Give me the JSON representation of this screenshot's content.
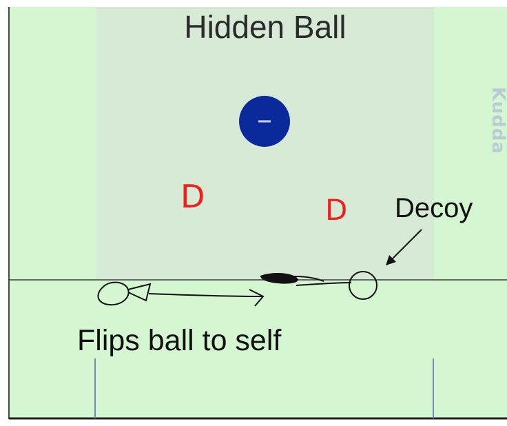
{
  "title": "Hidden Ball",
  "labels": {
    "decoy": "Decoy",
    "action": "Flips ball to self"
  },
  "players": {
    "goalie_symbol": "–",
    "defender_1": "D",
    "defender_2": "D"
  },
  "watermark": "Kudda",
  "colors": {
    "field": "#d4f6d0",
    "crease_zone": "#d6ead6",
    "goalie": "#0a2a9c",
    "defender": "#f0201c",
    "line": "#3b3b3b",
    "pipe": "#6f86c7"
  }
}
